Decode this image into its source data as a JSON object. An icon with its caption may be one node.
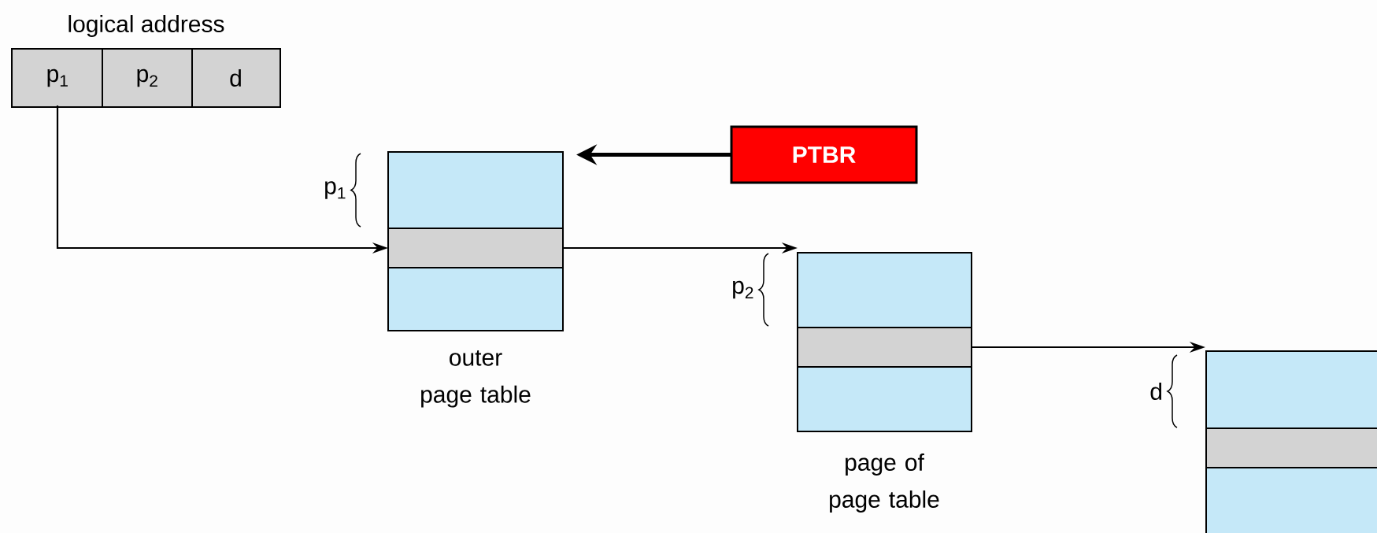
{
  "diagram": {
    "nodes": [
      {
        "text": [
          "logical address"
        ]
      },
      {
        "text": [
          "p$_{1}$"
        ],
        "in": 0
      },
      {
        "text": [
          "p$_{2}$"
        ],
        "in": 0
      },
      {
        "text": [
          "d"
        ],
        "in": 0
      },
      {
        "text": [
          "outer page table"
        ]
      },
      {
        "text": [],
        "shape": "box",
        "in": 4
      },
      {
        "text": [
          "PTBR"
        ]
      },
      {
        "text": [
          "page of page table"
        ]
      },
      {
        "text": [],
        "shape": "box",
        "in": 7
      },
      {
        "text": [],
        "shape": "box"
      },
      {
        "text": [],
        "shape": "box",
        "in": 9
      }
    ],
    "edges": [
      {
        "from": 1,
        "to": 5,
        "arrow": "to"
      },
      {
        "from": 6,
        "to": 4,
        "arrow": "to",
        "style": "thick"
      },
      {
        "from": 5,
        "to": 7,
        "arrow": "to"
      },
      {
        "from": 8,
        "to": 9,
        "arrow": "to"
      }
    ],
    "labels": [
      "p$_{1}$",
      "p$_{2}$",
      "d"
    ]
  }
}
